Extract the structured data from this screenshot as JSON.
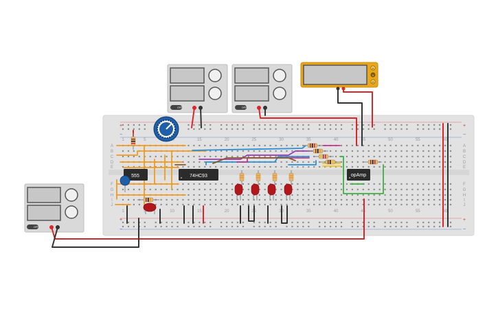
{
  "breadboard": {
    "column_numbers": [
      "1",
      "5",
      "10",
      "15",
      "20",
      "25",
      "30",
      "35",
      "40",
      "45",
      "50",
      "55",
      "60"
    ],
    "row_letters_top": [
      "A",
      "B",
      "C",
      "D",
      "E"
    ],
    "row_letters_bottom": [
      "F",
      "G",
      "H",
      "I",
      "J"
    ]
  },
  "chips": {
    "timer": "555",
    "counter": "74HC93",
    "opamp": "opAmp"
  },
  "power_supplies": [
    {
      "name": "power-supply-left",
      "off_label": "OFF"
    },
    {
      "name": "power-supply-top-1",
      "off_label": "OFF"
    },
    {
      "name": "power-supply-top-2",
      "off_label": "OFF"
    }
  ],
  "multimeter": {
    "mode_labels": [
      "A",
      "V",
      "Ω"
    ]
  },
  "leds": {
    "count": 4,
    "color": "#b3171c"
  },
  "colors": {
    "board": "#e2e2e2",
    "rail_red": "#d9262a",
    "rail_black": "#333333",
    "wire_orange": "#f29a1f",
    "wire_blue": "#2a8fd6",
    "wire_purple": "#9b3ab0",
    "wire_brown": "#8a5a2b",
    "wire_green": "#3cb043",
    "wire_yellow": "#f1c40f",
    "wire_magenta": "#c2368b",
    "multimeter_body": "#e8a618",
    "pot_blue": "#1f5ea8"
  }
}
